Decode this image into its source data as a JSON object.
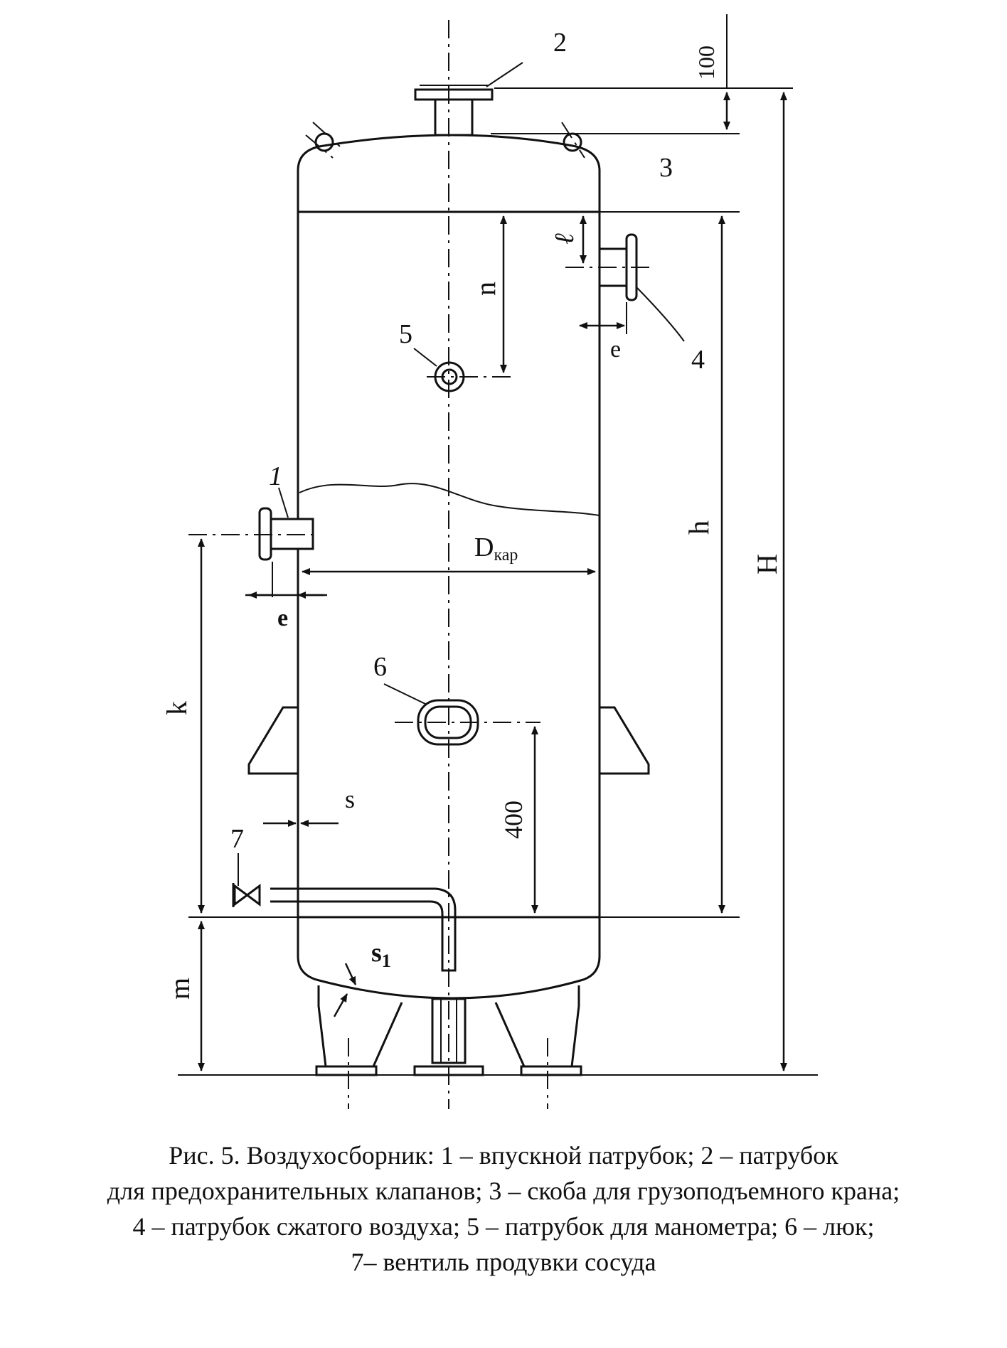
{
  "labels": {
    "n1": "1",
    "n2": "2",
    "n3": "3",
    "n4": "4",
    "n5": "5",
    "n6": "6",
    "n7": "7",
    "dim_100": "100",
    "dim_H": "H",
    "dim_h": "h",
    "dim_n": "n",
    "dim_l": "ℓ",
    "dim_e_right": "e",
    "dim_e_left": "e",
    "dim_k": "k",
    "dim_s": "s",
    "dim_s1": "s",
    "dim_s1_sub": "1",
    "dim_400": "400",
    "dim_m": "m",
    "dim_D": "D",
    "dim_D_sub": "кар"
  },
  "caption": {
    "line1": "Рис. 5. Воздухосборник: 1 – впускной патрубок; 2 – патрубок",
    "line2": "для предохранительных клапанов; 3 – скоба для грузоподъемного крана;",
    "line3": "4 – патрубок сжатого воздуха; 5 – патрубок для манометра; 6 – люк;",
    "line4": "7– вентиль продувки сосуда"
  }
}
